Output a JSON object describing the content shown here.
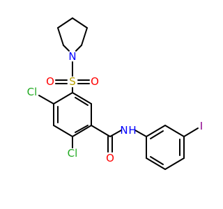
{
  "molecule": {
    "atoms": {
      "sulfur": "S",
      "sulfonyl_oxygen_left": "O",
      "sulfonyl_oxygen_right": "O",
      "pyrrolidine_nitrogen": "N",
      "chlorine_top": "Cl",
      "chlorine_bottom": "Cl",
      "carbonyl_oxygen": "O",
      "amide_nh": "N",
      "amide_h": "H",
      "iodine": "I"
    },
    "colors": {
      "bond": "#000000",
      "S": "#b8a000",
      "O": "#ff0000",
      "N": "#0000ff",
      "Cl": "#22aa22",
      "I": "#8b008b"
    }
  }
}
